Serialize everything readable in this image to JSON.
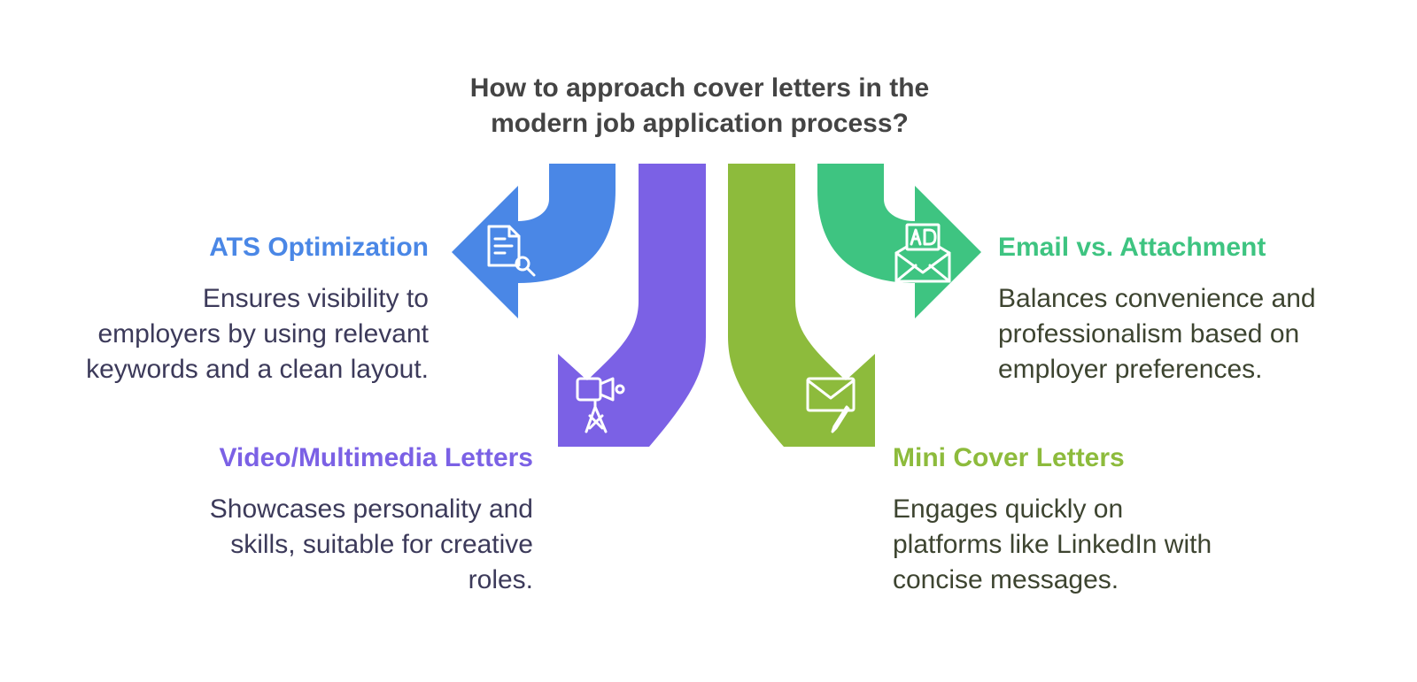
{
  "title": {
    "line1": "How to approach cover letters in the",
    "line2": "modern job application process?"
  },
  "branches": [
    {
      "heading": "ATS Optimization",
      "icon": "document-search-icon",
      "color": "#4a87e6",
      "description": [
        "Ensures visibility to",
        "employers by using relevant",
        "keywords and a clean layout."
      ]
    },
    {
      "heading": "Video/Multimedia Letters",
      "icon": "video-camera-icon",
      "color": "#7b61e5",
      "description": [
        "Showcases personality and",
        "skills, suitable for creative",
        "roles."
      ]
    },
    {
      "heading": "Mini Cover Letters",
      "icon": "envelope-pencil-icon",
      "color": "#8dbb3c",
      "description": [
        "Engages quickly on",
        "platforms like LinkedIn with",
        "concise messages."
      ]
    },
    {
      "heading": "Email vs. Attachment",
      "icon": "envelope-ad-icon",
      "color": "#3ec481",
      "description": [
        "Balances convenience and",
        "professionalism based on",
        "employer preferences."
      ]
    }
  ],
  "colors": {
    "title_text": "#444444",
    "desc_left": "#3c3a5a",
    "desc_right": "#3d4430"
  }
}
